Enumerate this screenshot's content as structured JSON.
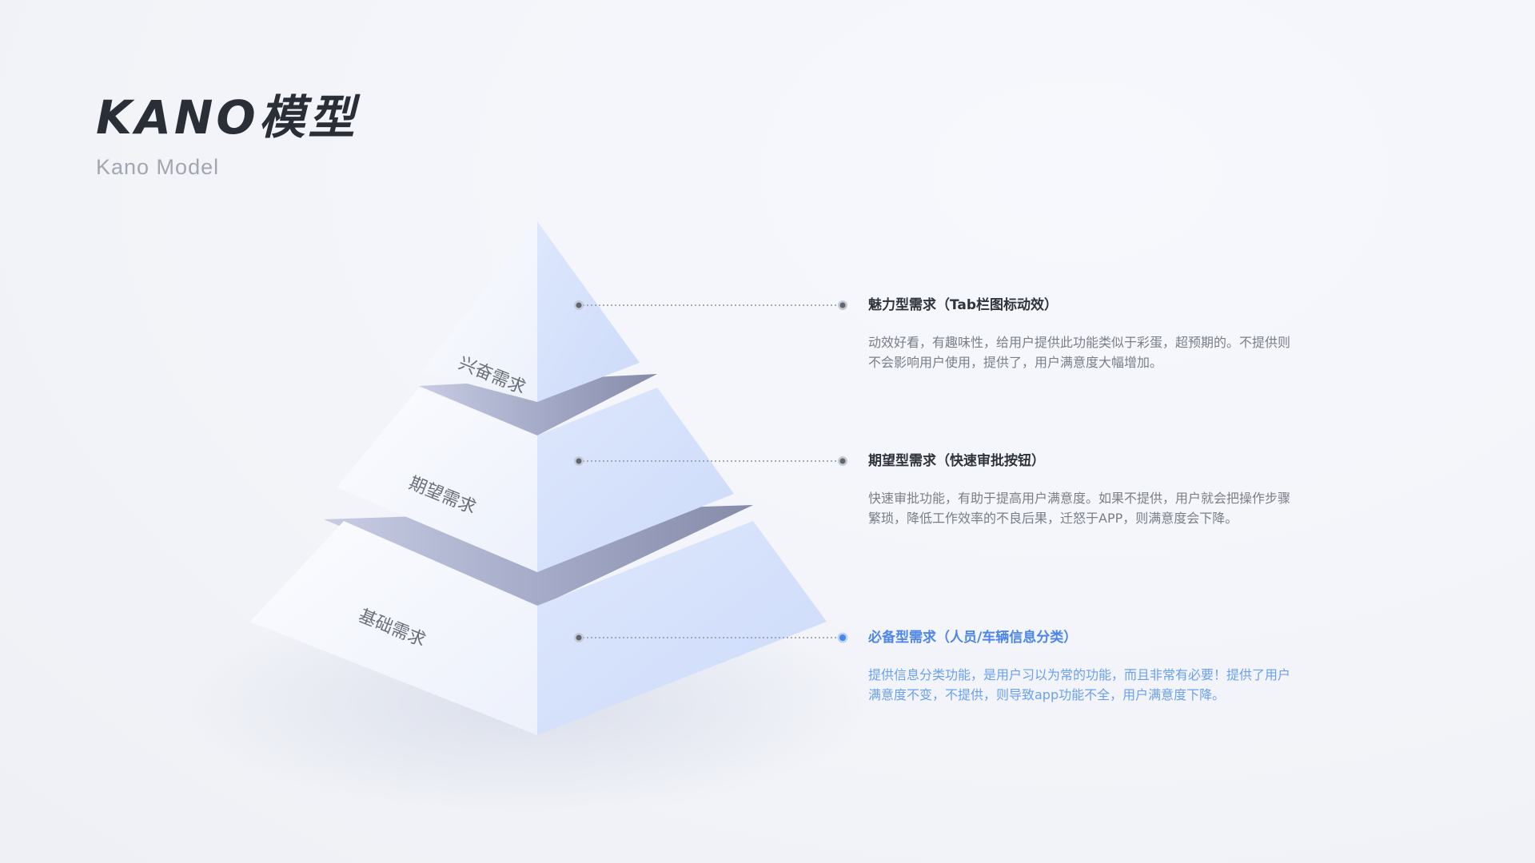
{
  "header": {
    "title": "KANO模型",
    "subtitle": "Kano Model"
  },
  "pyramid": {
    "layers": [
      {
        "label": "兴奋需求"
      },
      {
        "label": "期望需求"
      },
      {
        "label": "基础需求"
      }
    ]
  },
  "items": [
    {
      "title": "魅力型需求（Tab栏图标动效）",
      "description": "动效好看，有趣味性，给用户提供此功能类似于彩蛋，超预期的。不提供则不会影响用户使用，提供了，用户满意度大幅增加。",
      "active": false
    },
    {
      "title": "期望型需求（快速审批按钮）",
      "description": "快速审批功能，有助于提高用户满意度。如果不提供，用户就会把操作步骤繁琐，降低工作效率的不良后果，迁怒于APP，则满意度会下降。",
      "active": false
    },
    {
      "title": "必备型需求（人员/车辆信息分类）",
      "description": "提供信息分类功能，是用户习以为常的功能，而且非常有必要！提供了用户满意度不变，不提供，则导致app功能不全，用户满意度下降。",
      "active": true
    }
  ],
  "colors": {
    "accent": "#4d86e8",
    "text_dark": "#2f333b",
    "text_muted": "#7a7e87",
    "pyramid_right": "#d3e0fb",
    "pyramid_left": "#f3f6fd",
    "band_dark": "#8b91ad"
  }
}
